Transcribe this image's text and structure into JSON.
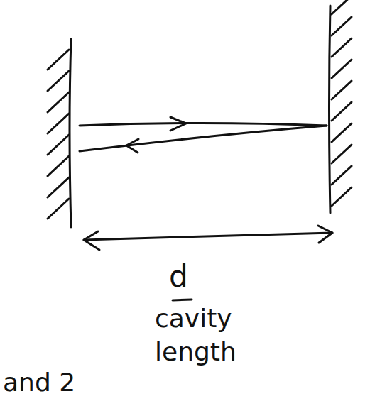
{
  "diagram": {
    "labels": [
      "d",
      "cavity length",
      "and 2"
    ]
  }
}
